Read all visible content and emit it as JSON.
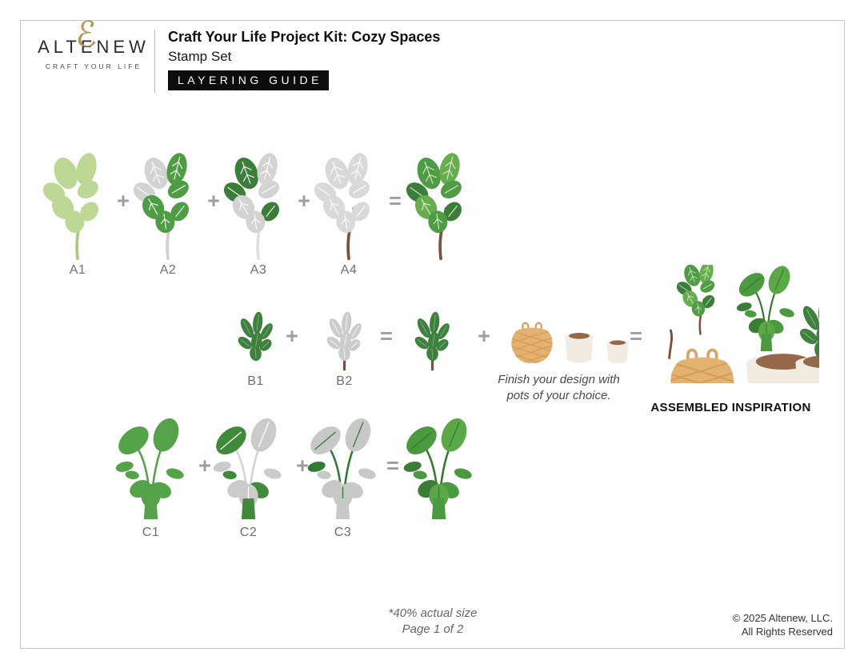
{
  "header": {
    "logo": {
      "brand_left": "ALT",
      "brand_mid": "E",
      "brand_right": "NEW",
      "ampersand": "ℰ",
      "tagline": "CRAFT YOUR LIFE"
    },
    "title": "Craft Your Life Project Kit: Cozy Spaces",
    "subtitle": "Stamp Set",
    "badge": "LAYERING GUIDE"
  },
  "operators": {
    "plus": "+",
    "equals": "="
  },
  "stamps": {
    "a": {
      "labels": [
        "A1",
        "A2",
        "A3",
        "A4"
      ]
    },
    "b": {
      "labels": [
        "B1",
        "B2"
      ]
    },
    "c": {
      "labels": [
        "C1",
        "C2",
        "C3"
      ]
    }
  },
  "pots_note": {
    "line1": "Finish your design with",
    "line2": "pots of your choice."
  },
  "assembled": {
    "title": "ASSEMBLED INSPIRATION"
  },
  "footer": {
    "scale_note": "*40% actual size",
    "page_indicator": "Page 1 of 2",
    "copyright_line1": "© 2025 Altenew, LLC.",
    "copyright_line2": "All Rights Reserved"
  },
  "colors": {
    "accent_gold": "#b3955f",
    "badge_bg": "#0d0d0d",
    "leaf_light_green": "#bdd794",
    "leaf_mid_green": "#4e9d45",
    "leaf_dark_green": "#3a7e3a",
    "leaf_gray": "#d3d3d1",
    "stem_brown": "#7b5138",
    "basket_tan": "#e3b26e",
    "pot_cream": "#f1ebe2",
    "pot_opening_brown": "#96684a",
    "operator_gray": "#9e9e9e"
  }
}
